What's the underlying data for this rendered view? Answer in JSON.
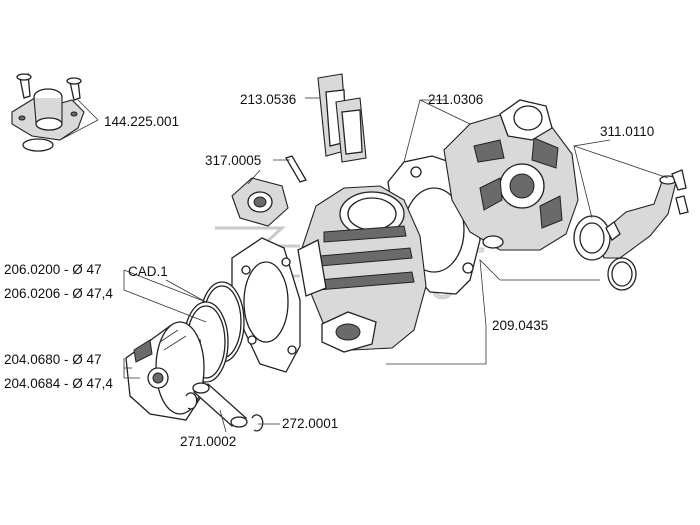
{
  "labels": {
    "l144": "144.225.001",
    "l213": "213.0536",
    "l211": "211.0306",
    "l311": "311.0110",
    "l317": "317.0005",
    "l2060200": "206.0200 - Ø 47",
    "l2060206": "206.0206 - Ø 47,4",
    "lcad": "CAD.1",
    "l2040680": "204.0680 - Ø 47",
    "l2040684": "204.0684 - Ø 47,4",
    "l209": "209.0435",
    "l272": "272.0001",
    "l271": "271.0002"
  },
  "colors": {
    "line": "#222222",
    "watermark": "#c9c9c9",
    "shade": "#6a6a6a"
  }
}
